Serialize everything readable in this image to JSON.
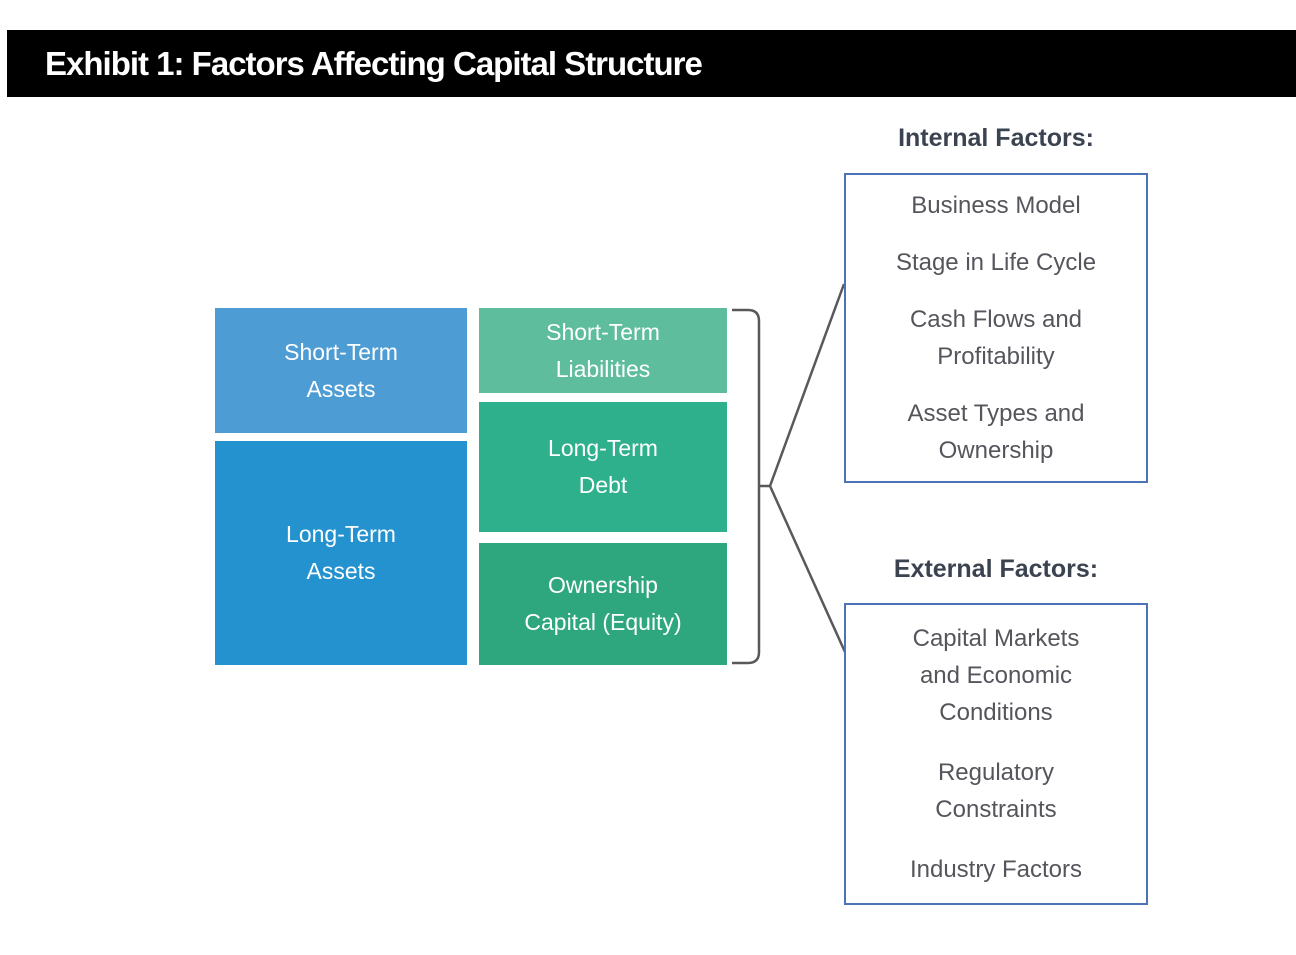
{
  "header": {
    "title": "Exhibit 1: Factors Affecting Capital Structure"
  },
  "balance_sheet": {
    "short_term_assets": {
      "label": "Short-Term\nAssets",
      "color": "#4E9CD4"
    },
    "long_term_assets": {
      "label": "Long-Term\nAssets",
      "color": "#2392CE"
    },
    "short_term_liabilities": {
      "label": "Short-Term\nLiabilities",
      "color": "#5EBD9C"
    },
    "long_term_debt": {
      "label": "Long-Term\nDebt",
      "color": "#2FB08C"
    },
    "ownership_capital": {
      "label": "Ownership\nCapital (Equity)",
      "color": "#2EA77E"
    }
  },
  "internal_factors": {
    "heading": "Internal Factors:",
    "items": [
      "Business Model",
      "Stage in Life Cycle",
      "Cash Flows and\nProfitability",
      "Asset Types and\nOwnership"
    ]
  },
  "external_factors": {
    "heading": "External Factors:",
    "items": [
      "Capital Markets\nand Economic\nConditions",
      "Regulatory\nConstraints",
      "Industry Factors"
    ]
  },
  "colors": {
    "header_bg": "#000000",
    "header_text": "#FFFFFF",
    "box_text": "#FFFFFF",
    "factor_box_border": "#4C72B8",
    "factor_item_text": "#55565C",
    "factor_heading_text": "#3B4350",
    "connector_stroke": "#58595B"
  }
}
